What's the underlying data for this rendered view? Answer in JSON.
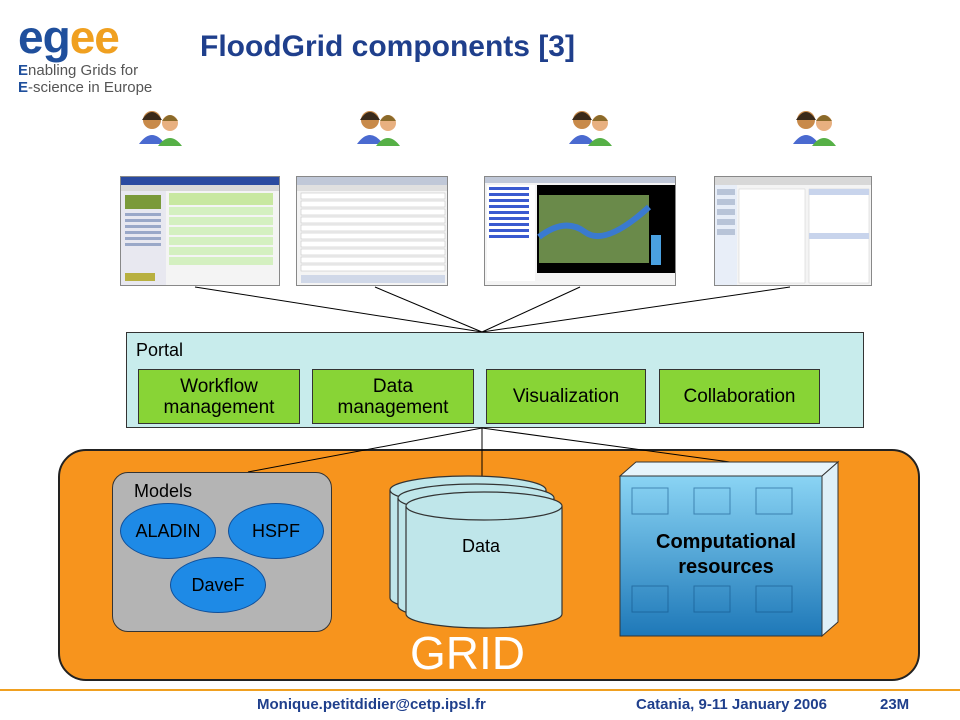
{
  "logo": {
    "word_1": "eg",
    "word_2": "ee",
    "tag_line_1_cap": "E",
    "tag_line_1_rest": "nabling Grids for",
    "tag_line_2_cap": "E",
    "tag_line_2_rest": "-science in Europe"
  },
  "title": "FloodGrid components [3]",
  "portal": {
    "label": "Portal",
    "components": [
      "Workflow\nmanagement",
      "Data\nmanagement",
      "Visualization",
      "Collaboration"
    ]
  },
  "grid": {
    "label": "GRID",
    "models_label": "Models",
    "models": [
      "ALADIN",
      "HSPF",
      "DaveF"
    ],
    "data_label": "Data",
    "computational_label": "Computational\nresources"
  },
  "footer": {
    "email": "Monique.petitdidier@cetp.ipsl.fr",
    "event": "Catania, 9-11 January 2006",
    "page": "23M"
  },
  "colors": {
    "title": "#1f3f8c",
    "portal_bg": "#c8ecec",
    "portal_button": "#88d436",
    "grid_bg": "#f7941d",
    "model_ellipse": "#1e8ae6",
    "data_cylinder": "#bfe6ea",
    "accent": "#f0a020"
  }
}
